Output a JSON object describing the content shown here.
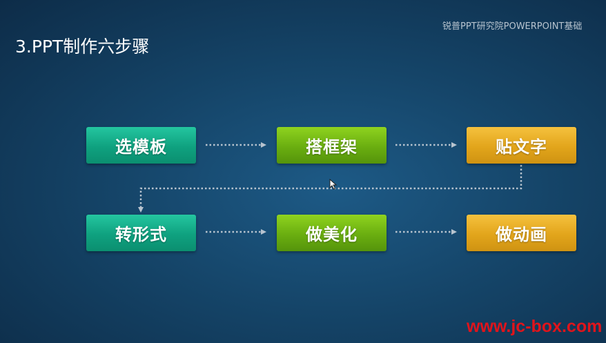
{
  "slide": {
    "title": "3.PPT制作六步骤",
    "watermark": "锐普PPT研究院POWERPOINT基础",
    "site_url": "www.jc-box.com"
  },
  "steps": [
    {
      "label": "选模板",
      "color": "#12a886"
    },
    {
      "label": "搭框架",
      "color": "#6cb013"
    },
    {
      "label": "贴文字",
      "color": "#e3a51c"
    },
    {
      "label": "转形式",
      "color": "#12a886"
    },
    {
      "label": "做美化",
      "color": "#6cb013"
    },
    {
      "label": "做动画",
      "color": "#e3a51c"
    }
  ],
  "connector_color": "#b8c4cf"
}
